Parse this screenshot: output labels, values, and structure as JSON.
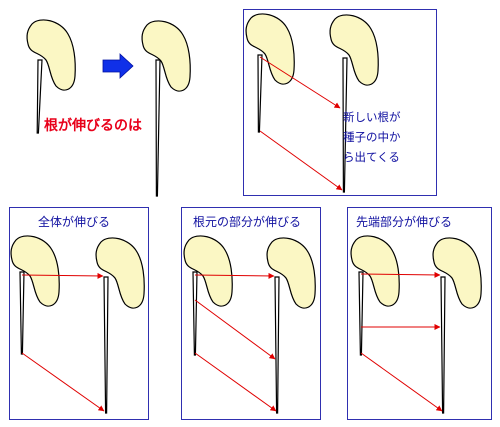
{
  "intro": {
    "question": "根が伸びるのは",
    "arrow_color": "#1030e8"
  },
  "top_panel": {
    "note_lines": [
      "新しい根が",
      "種子の中か",
      "ら出てくる"
    ]
  },
  "panels": [
    {
      "caption": "全体が伸びる"
    },
    {
      "caption": "根元の部分が伸びる"
    },
    {
      "caption": "先端部分が伸びる"
    }
  ],
  "colors": {
    "seed_fill": "#fbf7c4",
    "frame": "#2f2fb0",
    "guide_line": "#e00000",
    "question_text": "#e8001a",
    "caption_text": "#1010a0"
  }
}
